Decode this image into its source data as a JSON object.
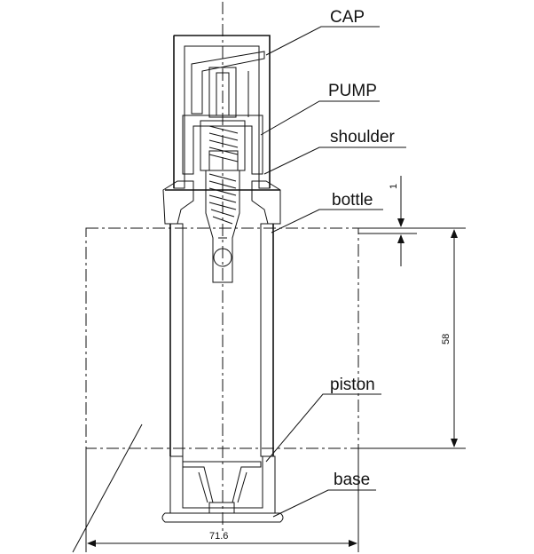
{
  "labels": {
    "cap": "CAP",
    "pump": "PUMP",
    "shoulder": "shoulder",
    "bottle": "bottle",
    "piston": "piston",
    "base": "base"
  },
  "dimensions": {
    "width": "71.6",
    "height": "58",
    "gap": "1"
  }
}
